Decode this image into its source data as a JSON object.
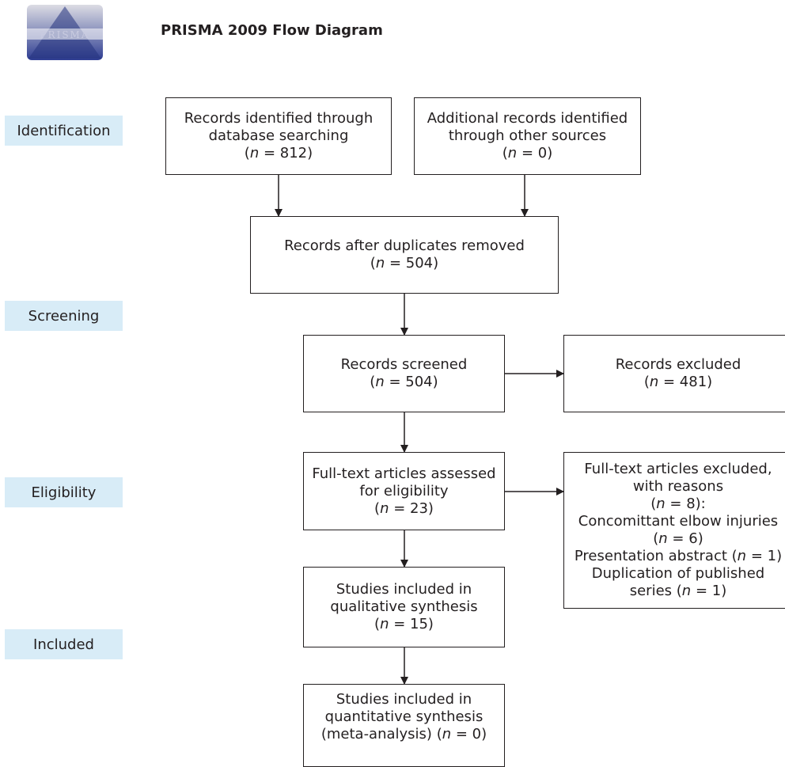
{
  "header": {
    "logo_text": "PRISMA",
    "title": "PRISMA 2009 Flow Diagram"
  },
  "stages": {
    "identification": "Identification",
    "screening": "Screening",
    "eligibility": "Eligibility",
    "included": "Included"
  },
  "boxes": {
    "database_search": {
      "line1": "Records identified through",
      "line2": "database searching",
      "count": "812"
    },
    "other_sources": {
      "line1": "Additional records identified",
      "line2": "through other sources",
      "count": "0"
    },
    "after_duplicates": {
      "line1": "Records after duplicates removed",
      "count": "504"
    },
    "screened": {
      "line1": "Records screened",
      "count": "504"
    },
    "excluded": {
      "line1": "Records excluded",
      "count": "481"
    },
    "full_text_assessed": {
      "line1": "Full-text articles assessed",
      "line2": "for eligibility",
      "count": "23"
    },
    "full_text_excluded": {
      "line1": "Full-text articles excluded,",
      "line2": "with reasons",
      "count": "8",
      "reasons": [
        {
          "label": "Concomittant elbow injuries",
          "count": "6"
        },
        {
          "label": "Presentation abstract",
          "count": "1"
        },
        {
          "label": "Duplication of published",
          "label2": "series",
          "count": "1"
        }
      ]
    },
    "qualitative": {
      "line1": "Studies included in",
      "line2": "qualitative synthesis",
      "count": "15"
    },
    "quantitative": {
      "line1": "Studies included in",
      "line2": "quantitative synthesis",
      "line3": "(meta-analysis)",
      "count": "0"
    }
  },
  "n_symbol": "n",
  "colors": {
    "stage_fill": "#d8ecf7",
    "line": "#231f20",
    "logo_top": "#d9d9df",
    "logo_bottom": "#3a4a9a"
  }
}
